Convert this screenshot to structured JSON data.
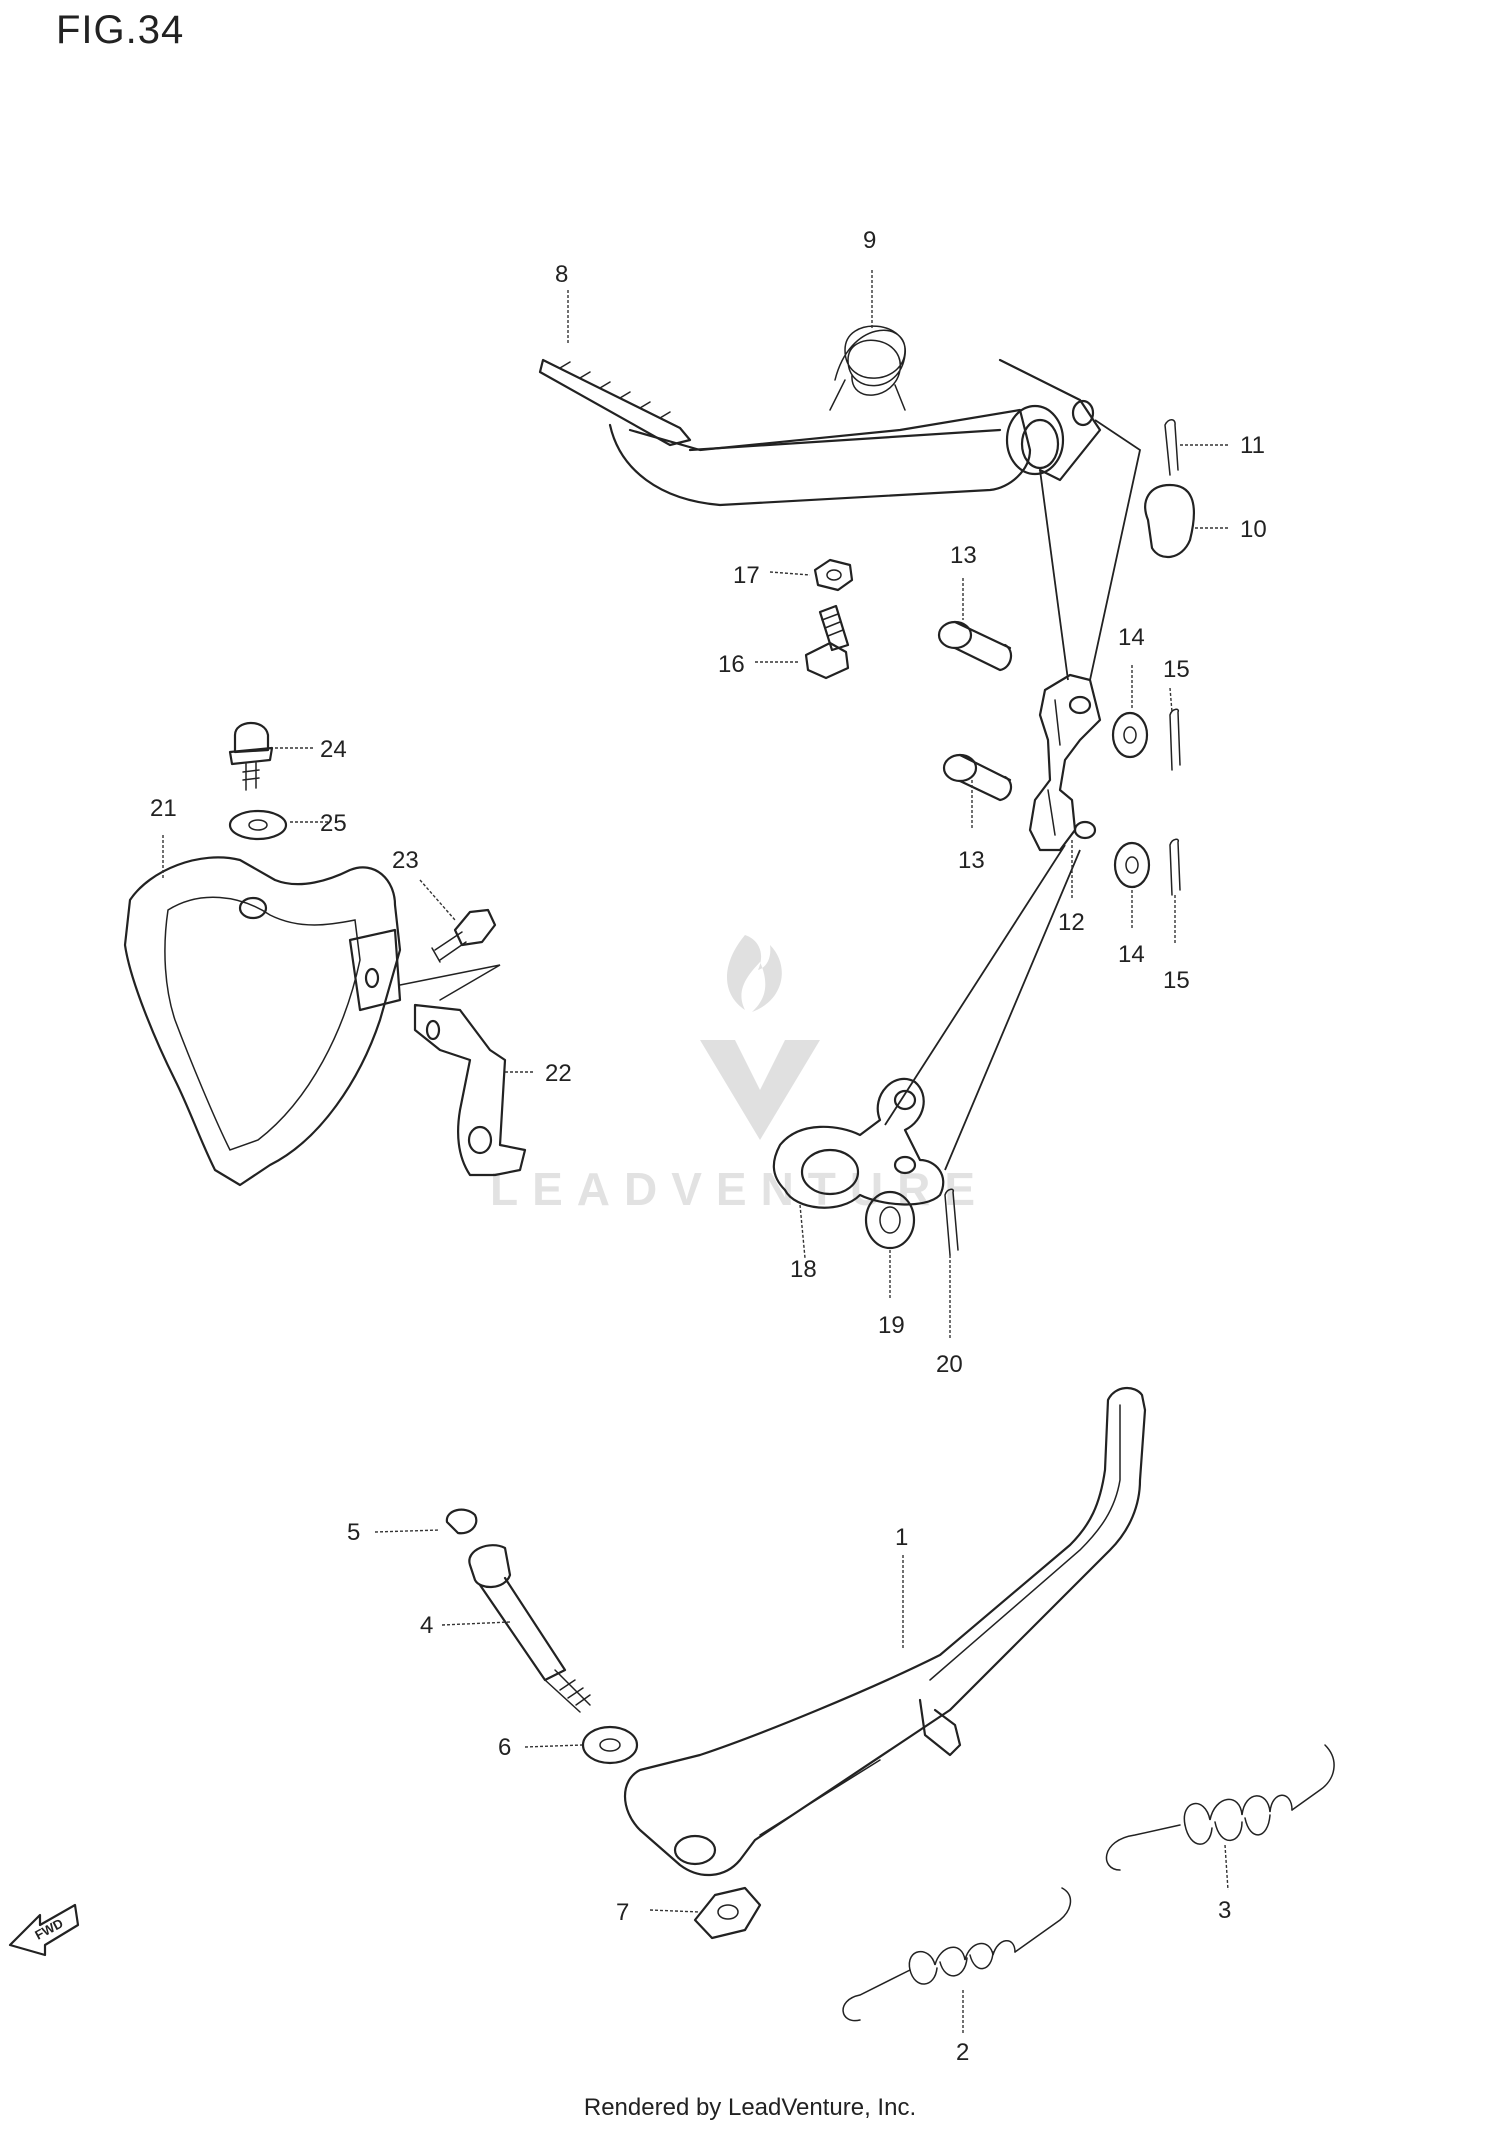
{
  "figure": {
    "title": "FIG.34"
  },
  "footer": {
    "text": "Rendered by LeadVenture, Inc."
  },
  "watermark": {
    "text": "LEADVENTURE"
  },
  "fwd_label": "FWD",
  "callouts": [
    "8",
    "9",
    "11",
    "10",
    "17",
    "13",
    "16",
    "14",
    "15",
    "13",
    "12",
    "14",
    "15",
    "24",
    "21",
    "25",
    "23",
    "22",
    "18",
    "19",
    "20",
    "5",
    "1",
    "4",
    "6",
    "7",
    "3",
    "2"
  ]
}
